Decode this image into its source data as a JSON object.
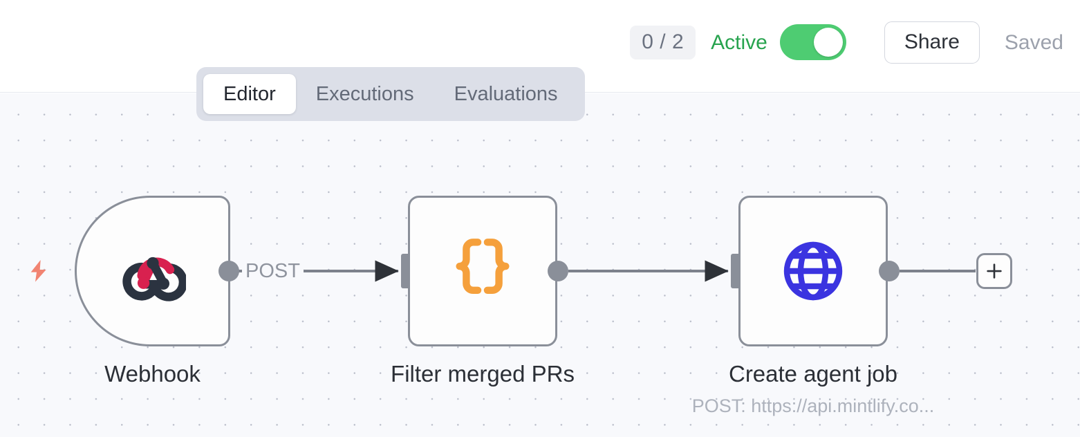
{
  "header": {
    "run_badge": "0 / 2",
    "active_label": "Active",
    "toggle_state": "on",
    "share_label": "Share",
    "saved_label": "Saved",
    "colors": {
      "active_text": "#27a34e",
      "toggle_on": "#4ecc72",
      "badge_bg": "#f1f2f5"
    }
  },
  "tabs": [
    {
      "label": "Editor",
      "active": true
    },
    {
      "label": "Executions",
      "active": false
    },
    {
      "label": "Evaluations",
      "active": false
    }
  ],
  "canvas": {
    "trigger_icon": "lightning-bolt-icon",
    "trigger_icon_color": "#f18472",
    "add_button_label": "+",
    "nodes": [
      {
        "id": "webhook",
        "title": "Webhook",
        "subtitle": "",
        "icon": "webhook-icon",
        "shape": "trigger",
        "icon_colors": {
          "accent": "#d8214f",
          "base": "#2b3340"
        }
      },
      {
        "id": "filter",
        "title": "Filter merged PRs",
        "subtitle": "",
        "icon": "curly-braces-icon",
        "shape": "square",
        "icon_colors": {
          "accent": "#f5a03c"
        }
      },
      {
        "id": "http",
        "title": "Create agent job",
        "subtitle": "POST: https://api.mintlify.co...",
        "icon": "globe-icon",
        "shape": "square",
        "icon_colors": {
          "accent": "#3b34e0"
        }
      }
    ],
    "edges": [
      {
        "from": "webhook",
        "to": "filter",
        "label": "POST"
      },
      {
        "from": "filter",
        "to": "http",
        "label": ""
      },
      {
        "from": "http",
        "to": "add-button",
        "label": ""
      }
    ]
  }
}
